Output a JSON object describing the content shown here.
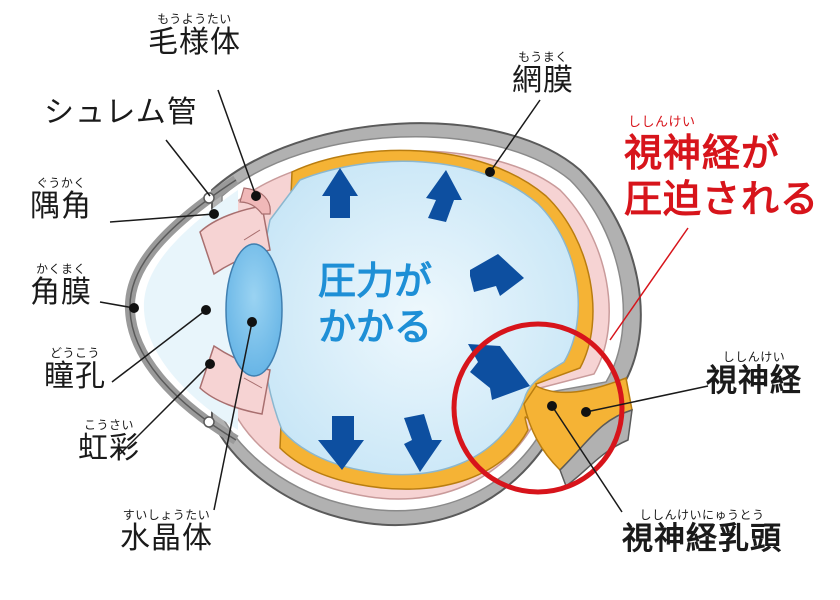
{
  "labels": {
    "ciliary_body": {
      "ruby": "もうようたい",
      "text": "毛様体"
    },
    "schlemm_canal": {
      "text": "シュレム管"
    },
    "angle": {
      "ruby": "ぐうかく",
      "text": "隅角"
    },
    "cornea": {
      "ruby": "かくまく",
      "text": "角膜"
    },
    "pupil": {
      "ruby": "どうこう",
      "text": "瞳孔"
    },
    "iris": {
      "ruby": "こうさい",
      "text": "虹彩"
    },
    "lens": {
      "ruby": "すいしょうたい",
      "text": "水晶体"
    },
    "retina": {
      "ruby": "もうまく",
      "text": "網膜"
    },
    "optic_nerve": {
      "ruby": "ししんけい",
      "text": "視神経"
    },
    "optic_disc": {
      "ruby": "ししんけいにゅうとう",
      "text": "視神経乳頭"
    }
  },
  "callout": {
    "ruby": "ししんけい",
    "line1": "視神経が",
    "line2": "圧迫される"
  },
  "pressure": {
    "line1": "圧力が",
    "line2": "かかる"
  },
  "colors": {
    "sclera": "#a9a9a9",
    "choroid": "#f6d3d3",
    "retina": "#f5b335",
    "vitreous": "#d3ecf8",
    "lens": "#74bde9",
    "arrow": "#0d4fa0",
    "highlight": "#d7141b",
    "pressure_text": "#1e8fd6"
  }
}
